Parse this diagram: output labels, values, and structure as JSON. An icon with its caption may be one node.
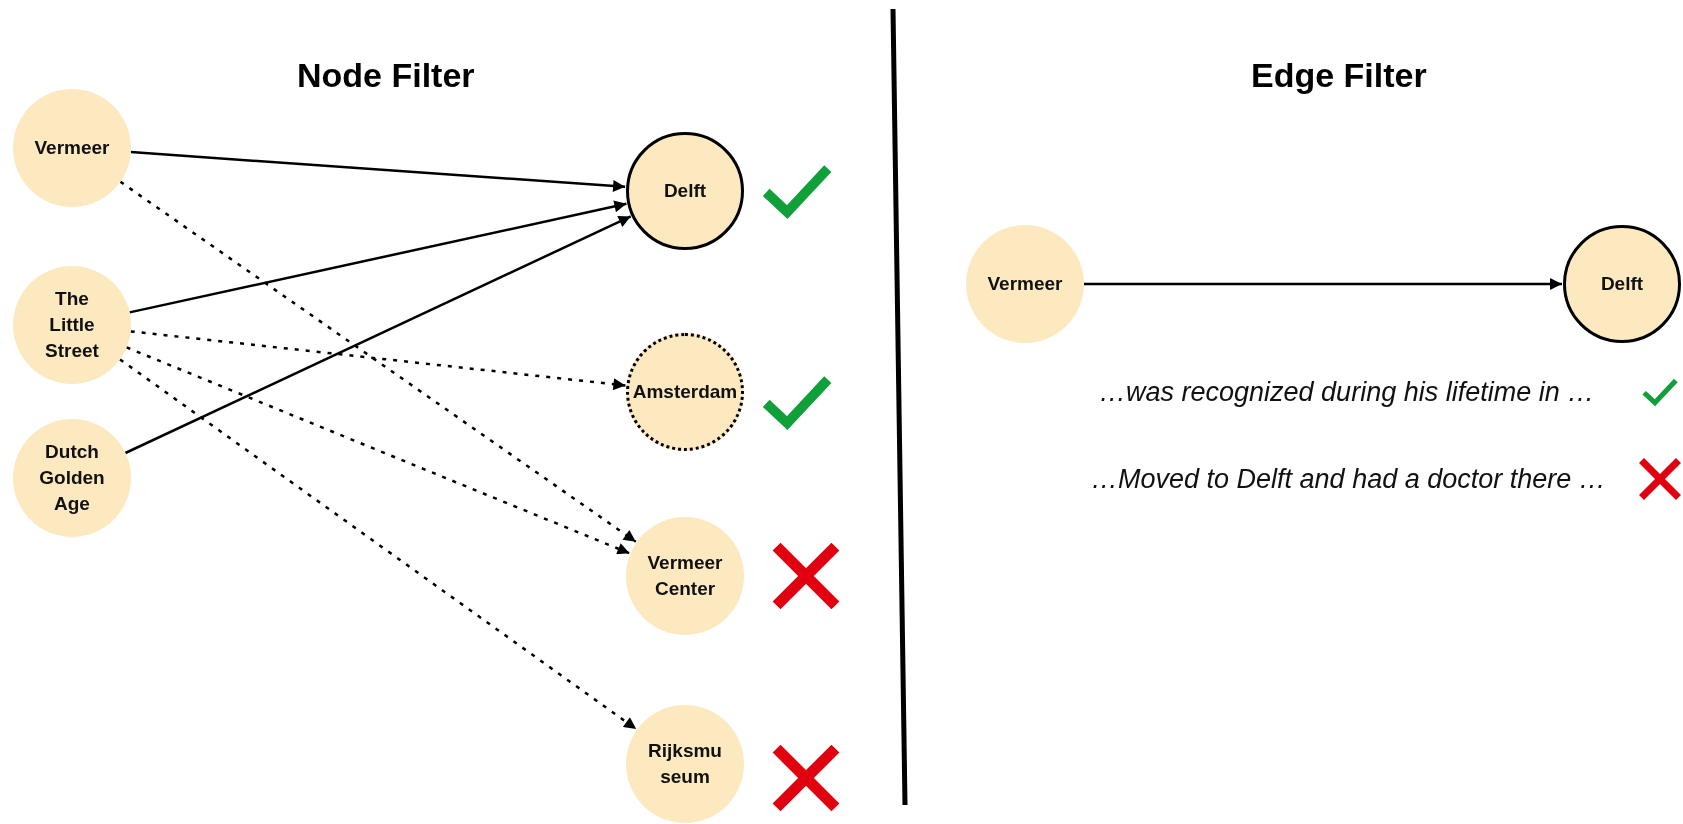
{
  "diagram": {
    "nodes": [
      {
        "text": [
          "Vermeer"
        ]
      },
      {
        "text": [
          "The Little Street"
        ]
      },
      {
        "text": [
          "Dutch Golden Age"
        ]
      },
      {
        "text": [
          "Delft"
        ]
      },
      {
        "text": [
          "Amsterdam"
        ]
      },
      {
        "text": [
          "Vermeer Center"
        ]
      },
      {
        "text": [
          "Rijksmu seum"
        ]
      },
      {
        "text": [
          "Vermeer"
        ]
      },
      {
        "text": [
          "Delft"
        ]
      }
    ],
    "edges": [
      {
        "from": 0,
        "to": 3,
        "arrow": "to"
      },
      {
        "from": 0,
        "to": 5,
        "arrow": "to",
        "style": "dashed"
      },
      {
        "from": 1,
        "to": 3,
        "arrow": "to"
      },
      {
        "from": 1,
        "to": 4,
        "arrow": "to",
        "style": "dashed"
      },
      {
        "from": 1,
        "to": 5,
        "arrow": "to",
        "style": "dashed"
      },
      {
        "from": 1,
        "to": 6,
        "arrow": "to",
        "style": "dashed"
      },
      {
        "from": 2,
        "to": 3,
        "arrow": "to"
      },
      {
        "from": 7,
        "to": 8,
        "arrow": "to"
      }
    ],
    "labels": [
      "Node Filter",
      "Edge Filter",
      "…was recognized during his lifetime in …",
      "…Moved to Delft and had a doctor there …"
    ]
  }
}
